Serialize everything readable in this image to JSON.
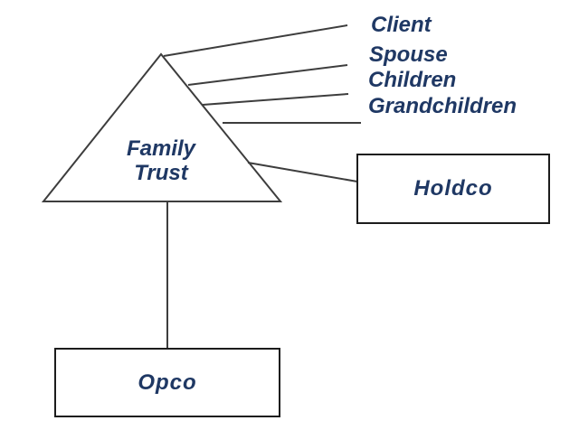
{
  "trust": {
    "label": "Family Trust",
    "label_line1": "Family",
    "label_line2": "Trust"
  },
  "beneficiaries": [
    {
      "label": "Client"
    },
    {
      "label": "Spouse"
    },
    {
      "label": "Children"
    },
    {
      "label": "Grandchildren"
    }
  ],
  "holdco": {
    "label": "Holdco"
  },
  "opco": {
    "label": "Opco"
  },
  "colors": {
    "text_navy": "#1F3864",
    "connector_line": "#3D3D3D",
    "box_border": "#1C1C1C",
    "background": "#FFFFFF"
  }
}
